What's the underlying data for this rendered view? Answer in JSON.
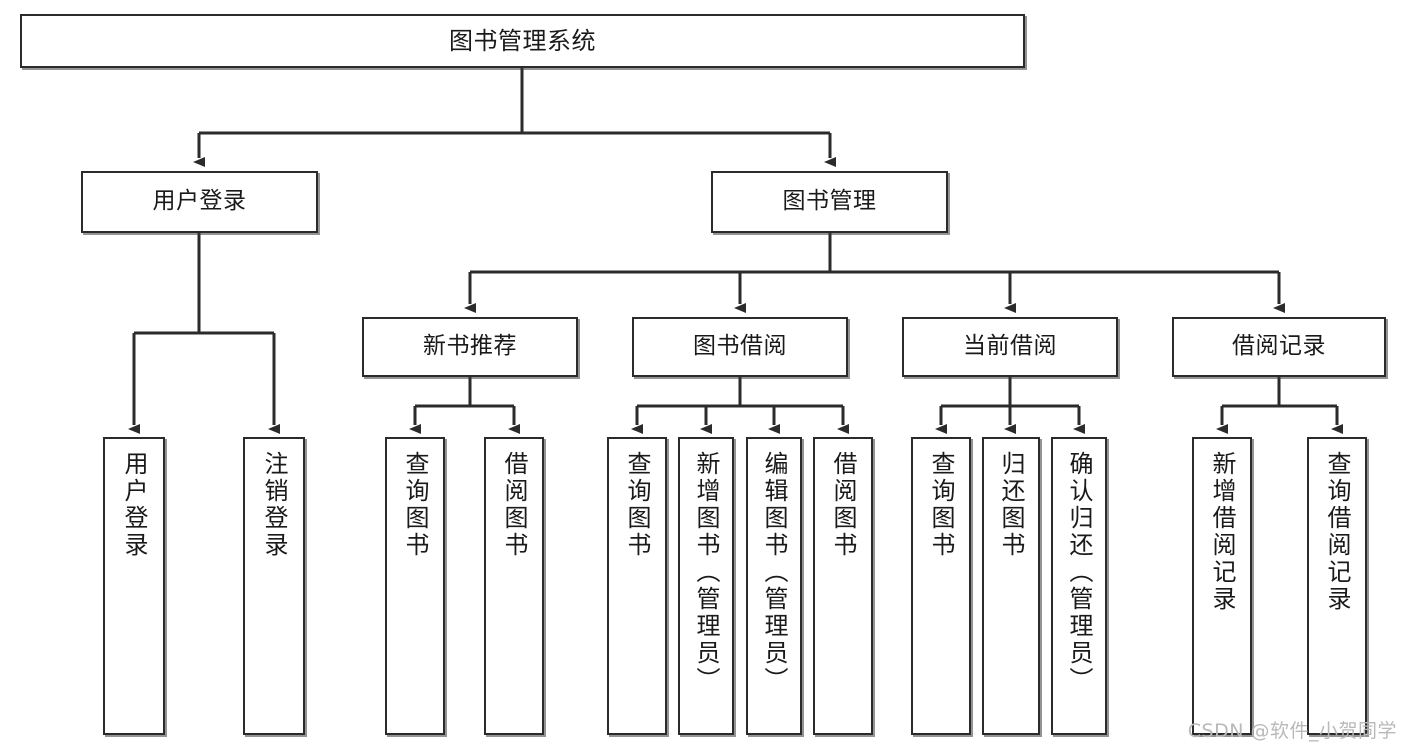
{
  "diagram": {
    "type": "tree",
    "title": "图书管理系统",
    "watermark": "CSDN @软件_小贺同学",
    "colors": {
      "box_border": "#2b2b2b",
      "box_fill": "#ffffff",
      "line": "#2b2b2b",
      "text": "#1a1a1a",
      "watermark": "#b9b9b9"
    },
    "levels": {
      "root": "图书管理系统",
      "level2": [
        "用户登录",
        "图书管理"
      ],
      "level3": [
        "新书推荐",
        "图书借阅",
        "当前借阅",
        "借阅记录"
      ]
    },
    "nodes": {
      "root": {
        "label": "图书管理系统"
      },
      "user_login": {
        "label": "用户登录"
      },
      "book_manage": {
        "label": "图书管理"
      },
      "new_book_rec": {
        "label": "新书推荐"
      },
      "book_borrow": {
        "label": "图书借阅"
      },
      "current_borrow": {
        "label": "当前借阅"
      },
      "borrow_record": {
        "label": "借阅记录"
      },
      "leaf_user_login": {
        "label": "用户登录"
      },
      "leaf_logout": {
        "label": "注销登录"
      },
      "leaf_query_book_1": {
        "label": "查询图书"
      },
      "leaf_borrow_book_1": {
        "label": "借阅图书"
      },
      "leaf_query_book_2": {
        "label": "查询图书"
      },
      "leaf_add_book": {
        "label": "新增图书（管理员）"
      },
      "leaf_edit_book": {
        "label": "编辑图书（管理员）"
      },
      "leaf_borrow_book_2": {
        "label": "借阅图书"
      },
      "leaf_query_book_3": {
        "label": "查询图书"
      },
      "leaf_return_book": {
        "label": "归还图书"
      },
      "leaf_confirm_return": {
        "label": "确认归还（管理员）"
      },
      "leaf_add_record": {
        "label": "新增借阅记录"
      },
      "leaf_query_record": {
        "label": "查询借阅记录"
      }
    },
    "edges": [
      {
        "from": "root",
        "to": "user_login"
      },
      {
        "from": "root",
        "to": "book_manage"
      },
      {
        "from": "user_login",
        "to": "leaf_user_login"
      },
      {
        "from": "user_login",
        "to": "leaf_logout"
      },
      {
        "from": "book_manage",
        "to": "new_book_rec"
      },
      {
        "from": "book_manage",
        "to": "book_borrow"
      },
      {
        "from": "book_manage",
        "to": "current_borrow"
      },
      {
        "from": "book_manage",
        "to": "borrow_record"
      },
      {
        "from": "new_book_rec",
        "to": "leaf_query_book_1"
      },
      {
        "from": "new_book_rec",
        "to": "leaf_borrow_book_1"
      },
      {
        "from": "book_borrow",
        "to": "leaf_query_book_2"
      },
      {
        "from": "book_borrow",
        "to": "leaf_add_book"
      },
      {
        "from": "book_borrow",
        "to": "leaf_edit_book"
      },
      {
        "from": "book_borrow",
        "to": "leaf_borrow_book_2"
      },
      {
        "from": "current_borrow",
        "to": "leaf_query_book_3"
      },
      {
        "from": "current_borrow",
        "to": "leaf_return_book"
      },
      {
        "from": "current_borrow",
        "to": "leaf_confirm_return"
      },
      {
        "from": "borrow_record",
        "to": "leaf_add_record"
      },
      {
        "from": "borrow_record",
        "to": "leaf_query_record"
      }
    ]
  }
}
